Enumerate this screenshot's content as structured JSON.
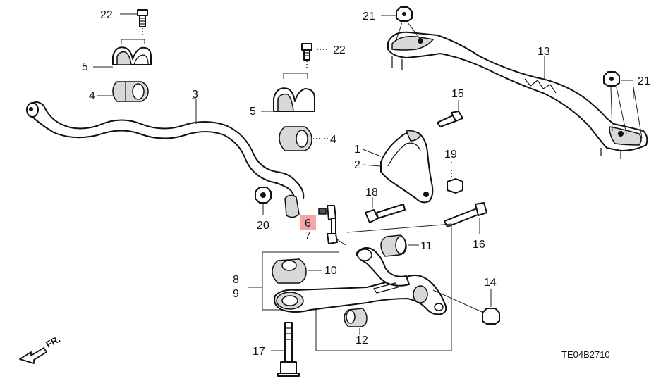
{
  "callouts": {
    "n1": "1",
    "n2": "2",
    "n3": "3",
    "n4a": "4",
    "n4b": "4",
    "n5a": "5",
    "n5b": "5",
    "n6": "6",
    "n7": "7",
    "n8": "8",
    "n9": "9",
    "n10": "10",
    "n11": "11",
    "n12": "12",
    "n13": "13",
    "n14": "14",
    "n15": "15",
    "n16": "16",
    "n17": "17",
    "n18": "18",
    "n19": "19",
    "n20": "20",
    "n21a": "21",
    "n21b": "21",
    "n22a": "22",
    "n22b": "22"
  },
  "highlighted_callout": "6",
  "highlight_color": "#f4a6a6",
  "direction_label": "FR.",
  "diagram_code": "TE04B2710"
}
